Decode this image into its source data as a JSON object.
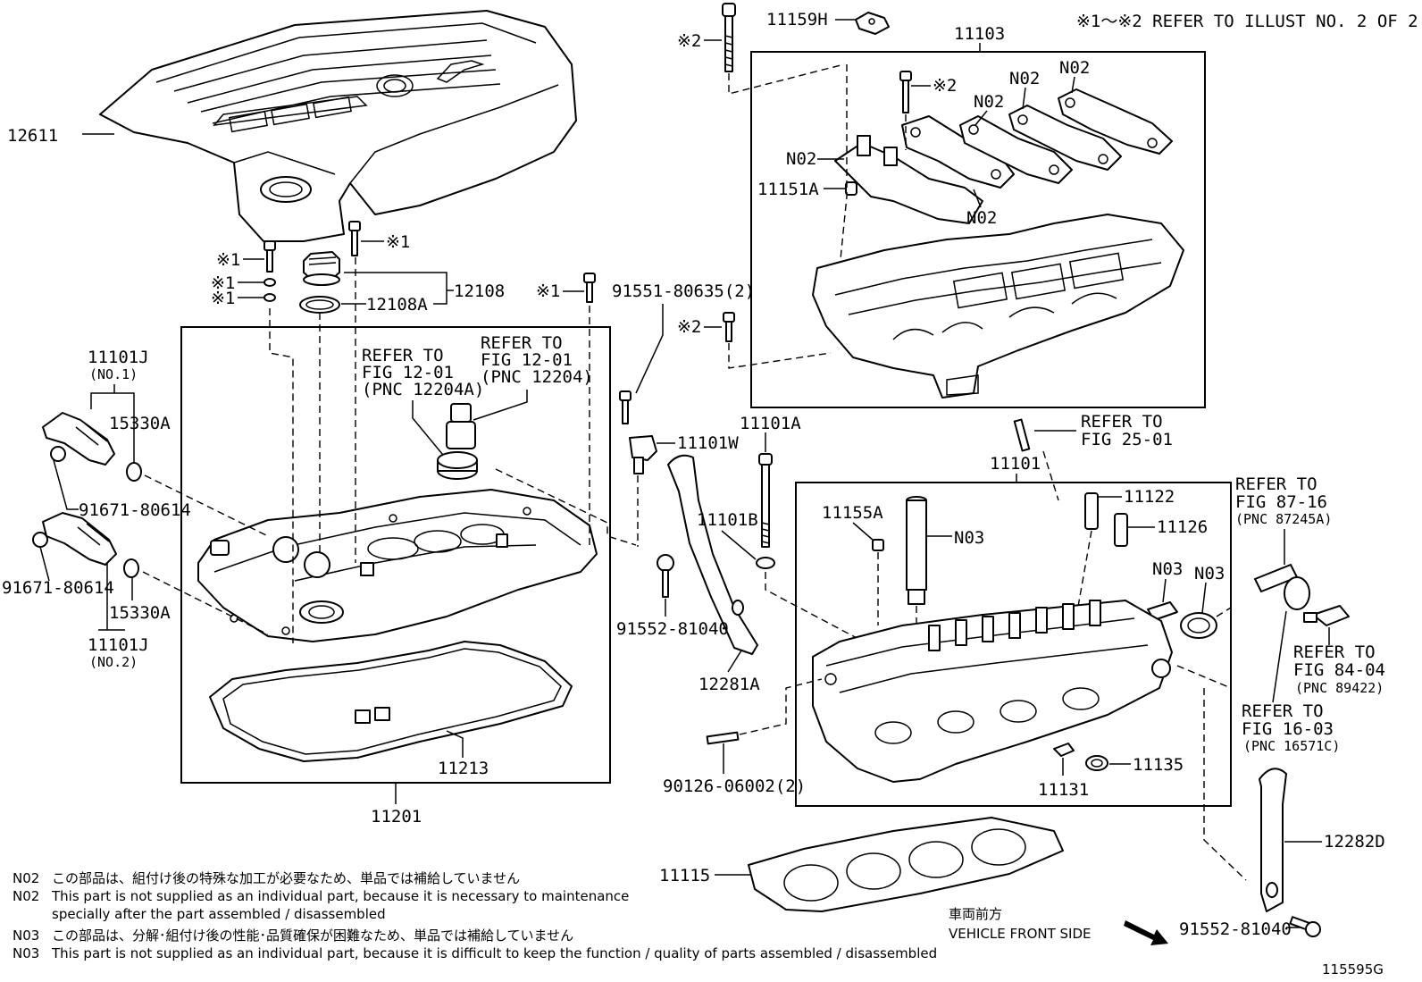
{
  "header_note": "※1～※2  REFER TO ILLUST NO. 2 OF 2",
  "illustration_code": "115595G",
  "front_side": {
    "japanese": "車両前方",
    "english": "VEHICLE FRONT SIDE"
  },
  "part_labels": {
    "p12611": "12611",
    "p11159h": "11159H",
    "p11103": "11103",
    "mark2_top": "※2",
    "mark2_bolt": "※2",
    "mark2_mid": "※2",
    "n02_a": "N02",
    "n02_b": "N02",
    "n02_c": "N02",
    "n02_d": "N02",
    "n02_e": "N02",
    "p11151a": "11151A",
    "mark1_a": "※1",
    "mark1_b": "※1",
    "mark1_c": "※1",
    "mark1_d": "※1",
    "mark1_e": "※1",
    "p12108": "12108",
    "p12108a": "12108A",
    "p91551": "91551-80635(2)",
    "p11101j_1": "11101J",
    "no1": "(NO.1)",
    "p15330a_1": "15330A",
    "p91671_1": "91671-80614",
    "p91671_2": "91671-80614",
    "p15330a_2": "15330A",
    "p11101j_2": "11101J",
    "no2": "(NO.2)",
    "p11101w": "11101W",
    "p11101a": "11101A",
    "p11101b": "11101B",
    "p91552_1": "91552-81040",
    "p12281a": "12281A",
    "p11213": "11213",
    "p11201": "11201",
    "p11101": "11101",
    "p11155a": "11155A",
    "n03_a": "N03",
    "n03_b": "N03",
    "n03_c": "N03",
    "p11122": "11122",
    "p11126": "11126",
    "p90126": "90126-06002(2)",
    "p11131": "11131",
    "p11135": "11135",
    "p11115": "11115",
    "p12282d": "12282D",
    "p91552_2": "91552-81040"
  },
  "refer_notes": {
    "r1": {
      "l1": "REFER TO",
      "l2": "FIG 12-01",
      "l3": "(PNC 12204A)"
    },
    "r2": {
      "l1": "REFER TO",
      "l2": "FIG 12-01",
      "l3": "(PNC 12204)"
    },
    "r3": {
      "l1": "REFER TO",
      "l2": "FIG 25-01"
    },
    "r4": {
      "l1": "REFER TO",
      "l2": "FIG 87-16",
      "l3": "(PNC 87245A)"
    },
    "r5": {
      "l1": "REFER TO",
      "l2": "FIG 84-04",
      "l3": "(PNC 89422)"
    },
    "r6": {
      "l1": "REFER TO",
      "l2": "FIG 16-03",
      "l3": "(PNC 16571C)"
    }
  },
  "footnotes": [
    {
      "code": "N02",
      "text": "この部品は、組付け後の特殊な加工が必要なため、単品では補給していません"
    },
    {
      "code": "N02",
      "text": "This part is not supplied as an individual part, because it is necessary to maintenance"
    },
    {
      "code": "",
      "text": "specially after the part assembled / disassembled"
    },
    {
      "code": "N03",
      "text": "この部品は、分解･組付け後の性能･品質確保が困難なため、単品では補給していません"
    },
    {
      "code": "N03",
      "text": "This part is not supplied as an individual part, because it is difficult to keep the function / quality of parts  assembled / disassembled"
    }
  ]
}
